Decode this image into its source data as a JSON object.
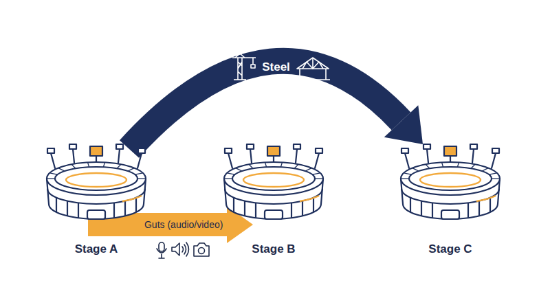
{
  "diagram": {
    "nodes": [
      {
        "text": [
          "Stage A"
        ]
      },
      {
        "text": [
          "Stage B"
        ]
      },
      {
        "text": [
          "Stage C"
        ]
      }
    ],
    "edges": [
      {
        "from": 0,
        "to": 2,
        "arrow": "to",
        "label": "Steel"
      },
      {
        "from": 0,
        "to": 1,
        "arrow": "to",
        "label": "Guts (audio/video)"
      }
    ]
  }
}
